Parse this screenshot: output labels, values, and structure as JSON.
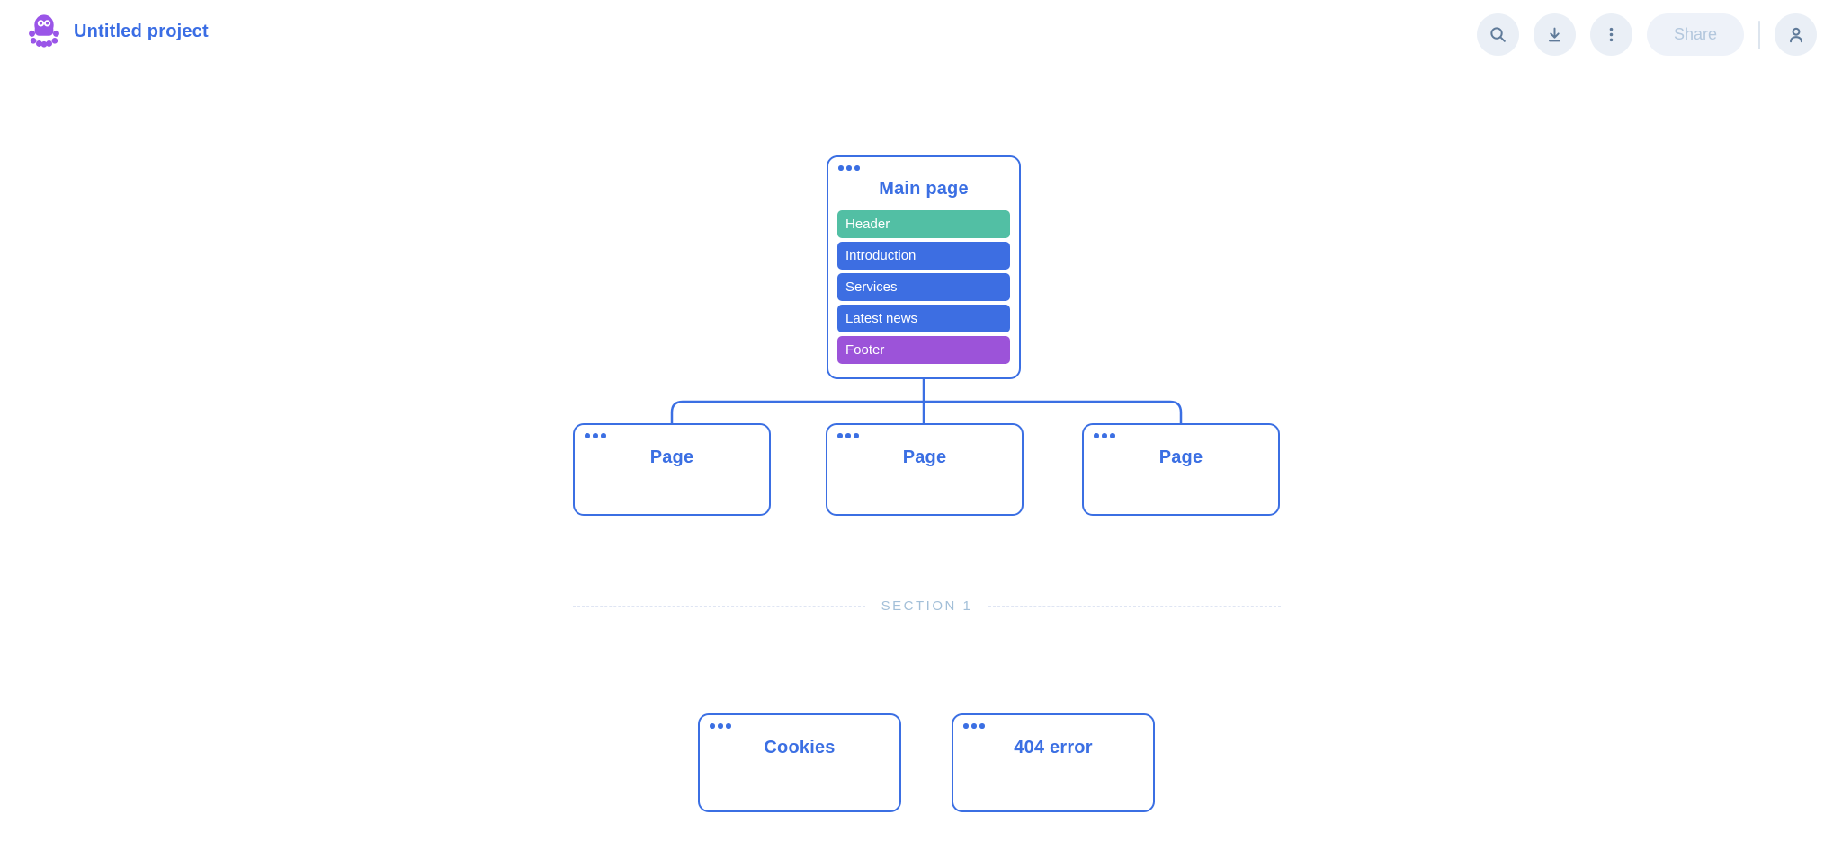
{
  "header": {
    "project_title": "Untitled project",
    "share_label": "Share"
  },
  "colors": {
    "accent_blue": "#3b6fe3",
    "logo_purple": "#9a55e8",
    "block_teal": "#52bfa4",
    "block_blue": "#3d6ee2",
    "block_purple": "#9c53d9",
    "icon_slate": "#5f7a99",
    "muted_label": "#a3bfd8"
  },
  "sitemap": {
    "main_page": {
      "title": "Main page",
      "blocks": [
        {
          "label": "Header",
          "color": "#52bfa4"
        },
        {
          "label": "Introduction",
          "color": "#3d6ee2"
        },
        {
          "label": "Services",
          "color": "#3d6ee2"
        },
        {
          "label": "Latest news",
          "color": "#3d6ee2"
        },
        {
          "label": "Footer",
          "color": "#9c53d9"
        }
      ]
    },
    "child_pages": [
      {
        "title": "Page"
      },
      {
        "title": "Page"
      },
      {
        "title": "Page"
      }
    ],
    "section": {
      "label": "SECTION 1",
      "pages": [
        {
          "title": "Cookies"
        },
        {
          "title": "404 error"
        }
      ]
    }
  }
}
